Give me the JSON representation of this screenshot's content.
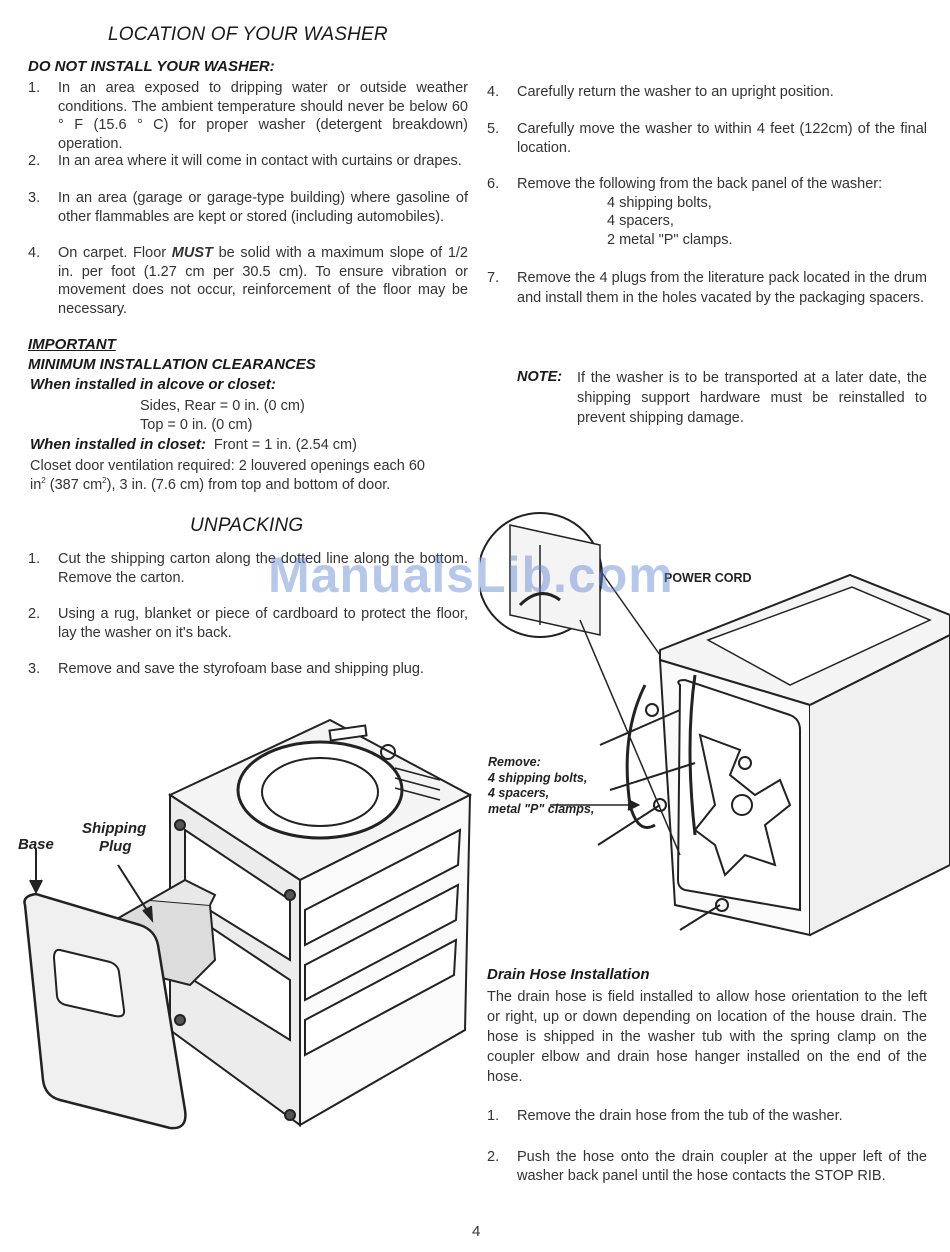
{
  "location": {
    "heading": "LOCATION OF YOUR WASHER",
    "subheading": "DO NOT INSTALL YOUR WASHER:",
    "items": [
      {
        "num": "1.",
        "text": "In an area exposed to dripping water or outside weather conditions. The ambient temperature should never be below 60 ° F (15.6 ° C) for proper washer (detergent breakdown) operation."
      },
      {
        "num": "2.",
        "text": "In an area where it will come in contact with curtains or drapes."
      },
      {
        "num": "3.",
        "text": "In an area (garage or garage-type building) where gasoline of other flammables are kept or stored (including automobiles)."
      },
      {
        "num": "4.",
        "pre": "On carpet. Floor ",
        "bold": "MUST",
        "post": " be solid with a maximum slope of 1/2 in. per foot (1.27 cm per 30.5 cm). To ensure vibration or movement does not occur, reinforcement of the floor may be necessary."
      }
    ]
  },
  "clearances": {
    "important": "IMPORTANT",
    "title": "MINIMUM INSTALLATION CLEARANCES",
    "alcove_label": "When installed in alcove or closet:",
    "sides_rear": "Sides, Rear = 0 in. (0 cm)",
    "top": "Top = 0 in. (0 cm)",
    "closet_label": "When installed in closet:",
    "front": "Front = 1 in. (2.54 cm)",
    "vent_1": "Closet door ventilation required: 2 louvered openings each 60",
    "vent_2a": "in",
    "vent_sup1": "2",
    "vent_2b": " (387 cm",
    "vent_sup2": "2",
    "vent_2c": "), 3 in. (7.6 cm) from top and bottom of door."
  },
  "unpacking": {
    "heading": "UNPACKING",
    "items": [
      {
        "num": "1.",
        "text": "Cut the shipping carton along the dotted line along the bottom.  Remove the carton."
      },
      {
        "num": "2.",
        "text": "Using a rug, blanket or piece of cardboard to protect the floor, lay the washer on it's back."
      },
      {
        "num": "3.",
        "text": "Remove and save the styrofoam base and shipping plug."
      }
    ]
  },
  "figure_left": {
    "label_base": "Base",
    "label_shipping": "Shipping",
    "label_plug": "Plug"
  },
  "right_steps": [
    {
      "num": "4.",
      "text": "Carefully return the washer to an upright position."
    },
    {
      "num": "5.",
      "text": "Carefully move the washer to within 4 feet (122cm) of the final location."
    },
    {
      "num": "6.",
      "text": "Remove the following from the back panel of the washer:",
      "sub": [
        "4 shipping bolts,",
        "4  spacers,",
        "2 metal \"P\" clamps."
      ]
    },
    {
      "num": "7.",
      "text": "Remove the 4 plugs from the literature pack located in the drum and install them in the holes vacated by the packaging spacers."
    }
  ],
  "note": {
    "label": "NOTE:",
    "text": "If the washer is to be transported at a later date, the shipping support hardware must be reinstalled to prevent shipping damage."
  },
  "figure_right": {
    "power_cord": "POWER CORD",
    "remove_1": "Remove:",
    "remove_2": "4 shipping bolts,",
    "remove_3": "4 spacers,",
    "remove_4": "metal \"P\" clamps,"
  },
  "drain": {
    "heading": "Drain Hose Installation",
    "intro": "The drain hose is field installed to allow hose orientation to the left or right, up or down depending on location of the house drain. The hose is shipped in the washer tub with the spring clamp on the coupler elbow and drain hose hanger installed on the end of the hose.",
    "items": [
      {
        "num": "1.",
        "text": "Remove the drain hose from the tub of the washer."
      },
      {
        "num": "2.",
        "text": "Push the hose onto the drain coupler at the upper left of the washer back panel until the hose contacts the STOP RIB."
      }
    ]
  },
  "page_number": "4",
  "watermark": "ManualsLib.com"
}
